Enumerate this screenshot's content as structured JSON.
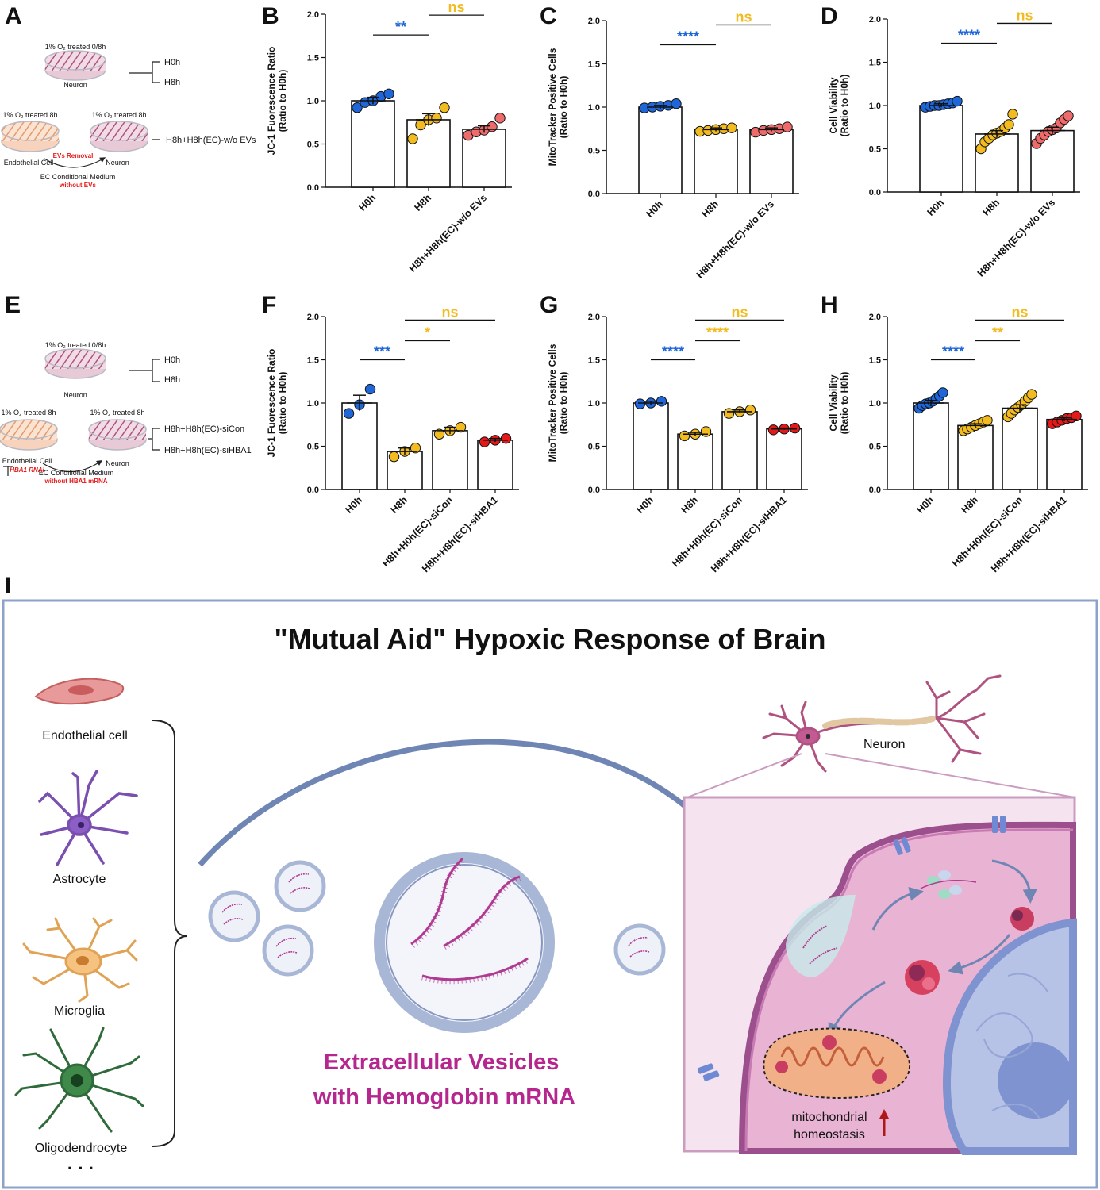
{
  "colors": {
    "blue": "#1f66d9",
    "yellow": "#f2bc20",
    "coral": "#ee6b6b",
    "red": "#e41a1a",
    "sig_blue": "#1f66d9",
    "sig_yellow": "#f2bc20",
    "frame": "#8da1cb",
    "vesicle": "#a9b7d6",
    "mrna": "#b03a92",
    "title_pink": "#b5278e"
  },
  "panel_labels": {
    "A": "A",
    "B": "B",
    "C": "C",
    "D": "D",
    "E": "E",
    "F": "F",
    "G": "G",
    "H": "H",
    "I": "I"
  },
  "schematic_A": {
    "top_caption": "1% O₂ treated 0/8h",
    "neuron": "Neuron",
    "groups": [
      "H0h",
      "H8h"
    ],
    "left_caption": "1% O₂ treated 8h",
    "right_caption": "1% O₂ treated 8h",
    "group3": "H8h+H8h(EC)-w/o EVs",
    "endothelial": "Endothelial Cell",
    "removal": "EVs Removal",
    "neuron2": "Neuron",
    "medium": "EC Conditional Medium",
    "medium_note": "without EVs"
  },
  "schematic_E": {
    "top_caption": "1% O₂ treated 0/8h",
    "neuron": "Neuron",
    "groups": [
      "H0h",
      "H8h"
    ],
    "left_caption": "1% O₂ treated 8h",
    "right_caption": "1% O₂ treated 8h",
    "group3": "H8h+H8h(EC)-siCon",
    "group4": "H8h+H8h(EC)-siHBA1",
    "endothelial": "Endothelial Cell",
    "rnai": "HBA1 RNAi",
    "neuron2": "Neuron",
    "medium": "EC Conditional Medium",
    "medium_note": "without HBA1 mRNA"
  },
  "chart_data": [
    {
      "panel": "B",
      "type": "bar",
      "ylabel": "JC-1 Fuorescence Ratio\n(Ratio to H0h)",
      "ylim": [
        0,
        2
      ],
      "yticks": [
        "0.0",
        "0.5",
        "1.0",
        "1.5",
        "2.0"
      ],
      "categories": [
        "H0h",
        "H8h",
        "H8h+H8h(EC)-w/o EVs"
      ],
      "values": [
        1.0,
        0.78,
        0.67
      ],
      "sem": [
        0.04,
        0.07,
        0.04
      ],
      "points": [
        [
          0.92,
          0.98,
          1.0,
          1.05,
          1.08
        ],
        [
          0.56,
          0.72,
          0.78,
          0.8,
          0.92
        ],
        [
          0.6,
          0.64,
          0.66,
          0.7,
          0.8
        ]
      ],
      "colors": [
        "blue",
        "yellow",
        "coral"
      ],
      "significance": [
        {
          "from": 0,
          "to": 1,
          "label": "**",
          "color": "sig_blue",
          "y": 1.76
        },
        {
          "from": 1,
          "to": 2,
          "label": "ns",
          "color": "sig_yellow",
          "y": 1.99
        }
      ]
    },
    {
      "panel": "C",
      "type": "bar",
      "ylabel": "MitoTracker Positive Cells\n(Ratio to H0h)",
      "ylim": [
        0,
        2
      ],
      "yticks": [
        "0.0",
        "0.5",
        "1.0",
        "1.5",
        "2.0"
      ],
      "categories": [
        "H0h",
        "H8h",
        "H8h+H8h(EC)-w/o EVs"
      ],
      "values": [
        1.0,
        0.74,
        0.74
      ],
      "sem": [
        0.02,
        0.02,
        0.02
      ],
      "points": [
        [
          0.99,
          1.0,
          1.01,
          1.02,
          1.04
        ],
        [
          0.72,
          0.73,
          0.74,
          0.75,
          0.76
        ],
        [
          0.71,
          0.73,
          0.74,
          0.75,
          0.77
        ]
      ],
      "colors": [
        "blue",
        "yellow",
        "coral"
      ],
      "significance": [
        {
          "from": 0,
          "to": 1,
          "label": "****",
          "color": "sig_blue",
          "y": 1.72
        },
        {
          "from": 1,
          "to": 2,
          "label": "ns",
          "color": "sig_yellow",
          "y": 1.95
        }
      ]
    },
    {
      "panel": "D",
      "type": "bar",
      "ylabel": "Cell Viability\n(Ratio to H0h)",
      "ylim": [
        0,
        2
      ],
      "yticks": [
        "0.0",
        "0.5",
        "1.0",
        "1.5",
        "2.0"
      ],
      "categories": [
        "H0h",
        "H8h",
        "H8h+H8h(EC)-w/o EVs"
      ],
      "values": [
        1.0,
        0.67,
        0.71
      ],
      "sem": [
        0.02,
        0.04,
        0.04
      ],
      "points": [
        [
          0.98,
          0.99,
          1.0,
          1.0,
          1.01,
          1.02,
          1.03,
          1.05
        ],
        [
          0.5,
          0.58,
          0.62,
          0.66,
          0.68,
          0.7,
          0.74,
          0.78,
          0.9
        ],
        [
          0.56,
          0.62,
          0.66,
          0.7,
          0.72,
          0.74,
          0.8,
          0.84,
          0.88
        ]
      ],
      "colors": [
        "blue",
        "yellow",
        "coral"
      ],
      "significance": [
        {
          "from": 0,
          "to": 1,
          "label": "****",
          "color": "sig_blue",
          "y": 1.72
        },
        {
          "from": 1,
          "to": 2,
          "label": "ns",
          "color": "sig_yellow",
          "y": 1.95
        }
      ]
    },
    {
      "panel": "F",
      "type": "bar",
      "ylabel": "JC-1 Fuorescence Ratio\n(Ratio to H0h)",
      "ylim": [
        0,
        2
      ],
      "yticks": [
        "0.0",
        "0.5",
        "1.0",
        "1.5",
        "2.0"
      ],
      "categories": [
        "H0h",
        "H8h",
        "H8h+H0h(EC)-siCon",
        "H8h+H8h(EC)-siHBA1"
      ],
      "values": [
        1.0,
        0.44,
        0.68,
        0.57
      ],
      "sem": [
        0.09,
        0.04,
        0.04,
        0.02
      ],
      "points": [
        [
          0.88,
          0.98,
          1.16
        ],
        [
          0.38,
          0.44,
          0.48
        ],
        [
          0.64,
          0.68,
          0.72
        ],
        [
          0.55,
          0.57,
          0.59
        ]
      ],
      "colors": [
        "blue",
        "yellow",
        "yellow",
        "red"
      ],
      "significance": [
        {
          "from": 0,
          "to": 1,
          "label": "***",
          "color": "sig_blue",
          "y": 1.5
        },
        {
          "from": 1,
          "to": 2,
          "label": "*",
          "color": "sig_yellow",
          "y": 1.72
        },
        {
          "from": 1,
          "to": 3,
          "label": "ns",
          "color": "sig_yellow",
          "y": 1.96
        }
      ]
    },
    {
      "panel": "G",
      "type": "bar",
      "ylabel": "MitoTracker Positive Cells\n(Ratio to H0h)",
      "ylim": [
        0,
        2
      ],
      "yticks": [
        "0.0",
        "0.5",
        "1.0",
        "1.5",
        "2.0"
      ],
      "categories": [
        "H0h",
        "H8h",
        "H8h+H0h(EC)-siCon",
        "H8h+H8h(EC)-siHBA1"
      ],
      "values": [
        1.0,
        0.64,
        0.9,
        0.7
      ],
      "sem": [
        0.02,
        0.02,
        0.02,
        0.01
      ],
      "points": [
        [
          0.99,
          1.0,
          1.02
        ],
        [
          0.62,
          0.64,
          0.67
        ],
        [
          0.88,
          0.9,
          0.92
        ],
        [
          0.69,
          0.7,
          0.71
        ]
      ],
      "colors": [
        "blue",
        "yellow",
        "yellow",
        "red"
      ],
      "significance": [
        {
          "from": 0,
          "to": 1,
          "label": "****",
          "color": "sig_blue",
          "y": 1.5
        },
        {
          "from": 1,
          "to": 2,
          "label": "****",
          "color": "sig_yellow",
          "y": 1.72
        },
        {
          "from": 1,
          "to": 3,
          "label": "ns",
          "color": "sig_yellow",
          "y": 1.96
        }
      ]
    },
    {
      "panel": "H",
      "type": "bar",
      "ylabel": "Cell Viability\n(Ratio to H0h)",
      "ylim": [
        0,
        2
      ],
      "yticks": [
        "0.0",
        "0.5",
        "1.0",
        "1.5",
        "2.0"
      ],
      "categories": [
        "H0h",
        "H8h",
        "H8h+H0h(EC)-siCon",
        "H8h+H8h(EC)-siHBA1"
      ],
      "values": [
        1.0,
        0.74,
        0.94,
        0.81
      ],
      "sem": [
        0.03,
        0.02,
        0.04,
        0.02
      ],
      "points": [
        [
          0.94,
          0.97,
          0.99,
          1.0,
          1.02,
          1.05,
          1.08,
          1.12
        ],
        [
          0.68,
          0.7,
          0.72,
          0.74,
          0.76,
          0.78,
          0.8
        ],
        [
          0.84,
          0.88,
          0.92,
          0.95,
          0.98,
          1.02,
          1.06,
          1.1
        ],
        [
          0.76,
          0.78,
          0.8,
          0.82,
          0.83,
          0.85
        ]
      ],
      "colors": [
        "blue",
        "yellow",
        "yellow",
        "red"
      ],
      "significance": [
        {
          "from": 0,
          "to": 1,
          "label": "****",
          "color": "sig_blue",
          "y": 1.5
        },
        {
          "from": 1,
          "to": 2,
          "label": "**",
          "color": "sig_yellow",
          "y": 1.72
        },
        {
          "from": 1,
          "to": 3,
          "label": "ns",
          "color": "sig_yellow",
          "y": 1.96
        }
      ]
    }
  ],
  "panel_I": {
    "title": "\"Mutual Aid\" Hypoxic Response of Brain",
    "cells": [
      "Endothelial cell",
      "Astrocyte",
      "Microglia",
      "Oligodendrocyte"
    ],
    "ellipsis": "· · ·",
    "neuron": "Neuron",
    "ev_line1": "Extracellular Vesicles",
    "ev_line2": "with Hemoglobin mRNA",
    "mito_line1": "mitochondrial",
    "mito_line2": "homeostasis"
  }
}
